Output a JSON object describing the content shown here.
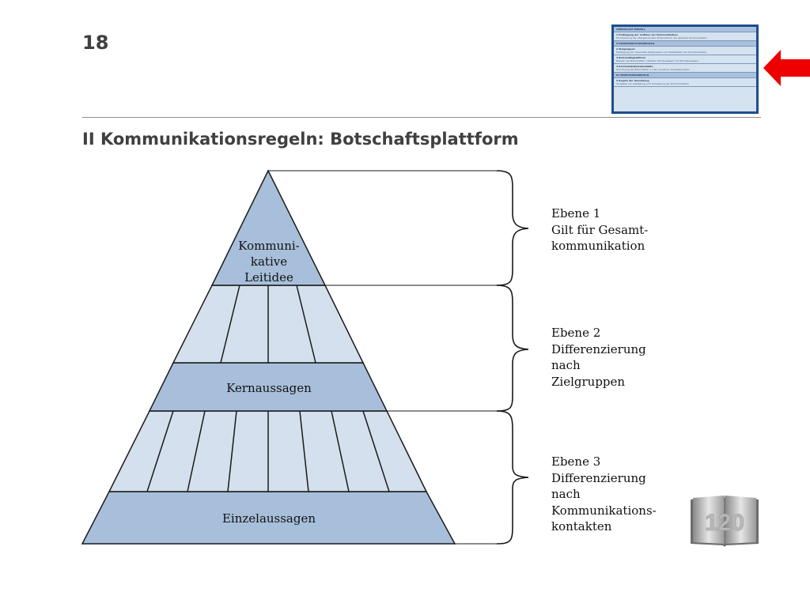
{
  "slide": {
    "number": "18",
    "title": "II Kommunikationsregeln: Botschaftsplattform"
  },
  "pyramid": {
    "top_lines": [
      "Kommuni-",
      "kative",
      "Leitidee"
    ],
    "middle_label": "Kernaussagen",
    "bottom_label": "Einzelaussagen",
    "fill_dark": "#a7bfda",
    "fill_light": "#d4e0ed",
    "stroke": "#1a1a1a"
  },
  "levels": [
    {
      "lines": [
        "Ebene 1",
        "Gilt für Gesamt-",
        "kommunikation"
      ]
    },
    {
      "lines": [
        "Ebene 2",
        "Differenzierung",
        "nach",
        "Zielgruppen"
      ]
    },
    {
      "lines": [
        "Ebene 3",
        "Differenzierung",
        "nach",
        "Kommunikations-",
        "kontakten"
      ]
    }
  ],
  "book": {
    "page_number": "120"
  },
  "thumbnail": {
    "sections": [
      {
        "kind": "hd",
        "title": "LEBENSLAUF-MODELL"
      },
      {
        "kind": "item",
        "title": "1 Festlegung der Leitidee der Kommunikation",
        "desc": "Formulierung der übergeordneten Botschaft für die gesamte Kommunikation"
      },
      {
        "kind": "hd",
        "title": "II KOMMUNIKATIONSREGELN"
      },
      {
        "kind": "item",
        "title": "2 Zielgruppen",
        "desc": "Festlegung der relevanten Zielgruppen und Stakeholder der Kommunikation"
      },
      {
        "kind": "item",
        "title": "3 Botschaftsplattform",
        "desc": "Ebenen der Botschaften: Leitidee, Kernaussagen und Einzelaussagen"
      },
      {
        "kind": "item",
        "title": "4 Kommunikationskontakte",
        "desc": "Zuordnung der Botschaften zu den einzelnen Kontaktpunkten"
      },
      {
        "kind": "hd",
        "title": "III UMSETZUNGSREGELN"
      },
      {
        "kind": "item",
        "title": "5 Regeln der Umsetzung",
        "desc": "Vorgaben zur Gestaltung und Umsetzung der Kommunikation"
      }
    ]
  },
  "colors": {
    "accent_red": "#ee0000",
    "thumb_border": "#1f4e8c"
  }
}
